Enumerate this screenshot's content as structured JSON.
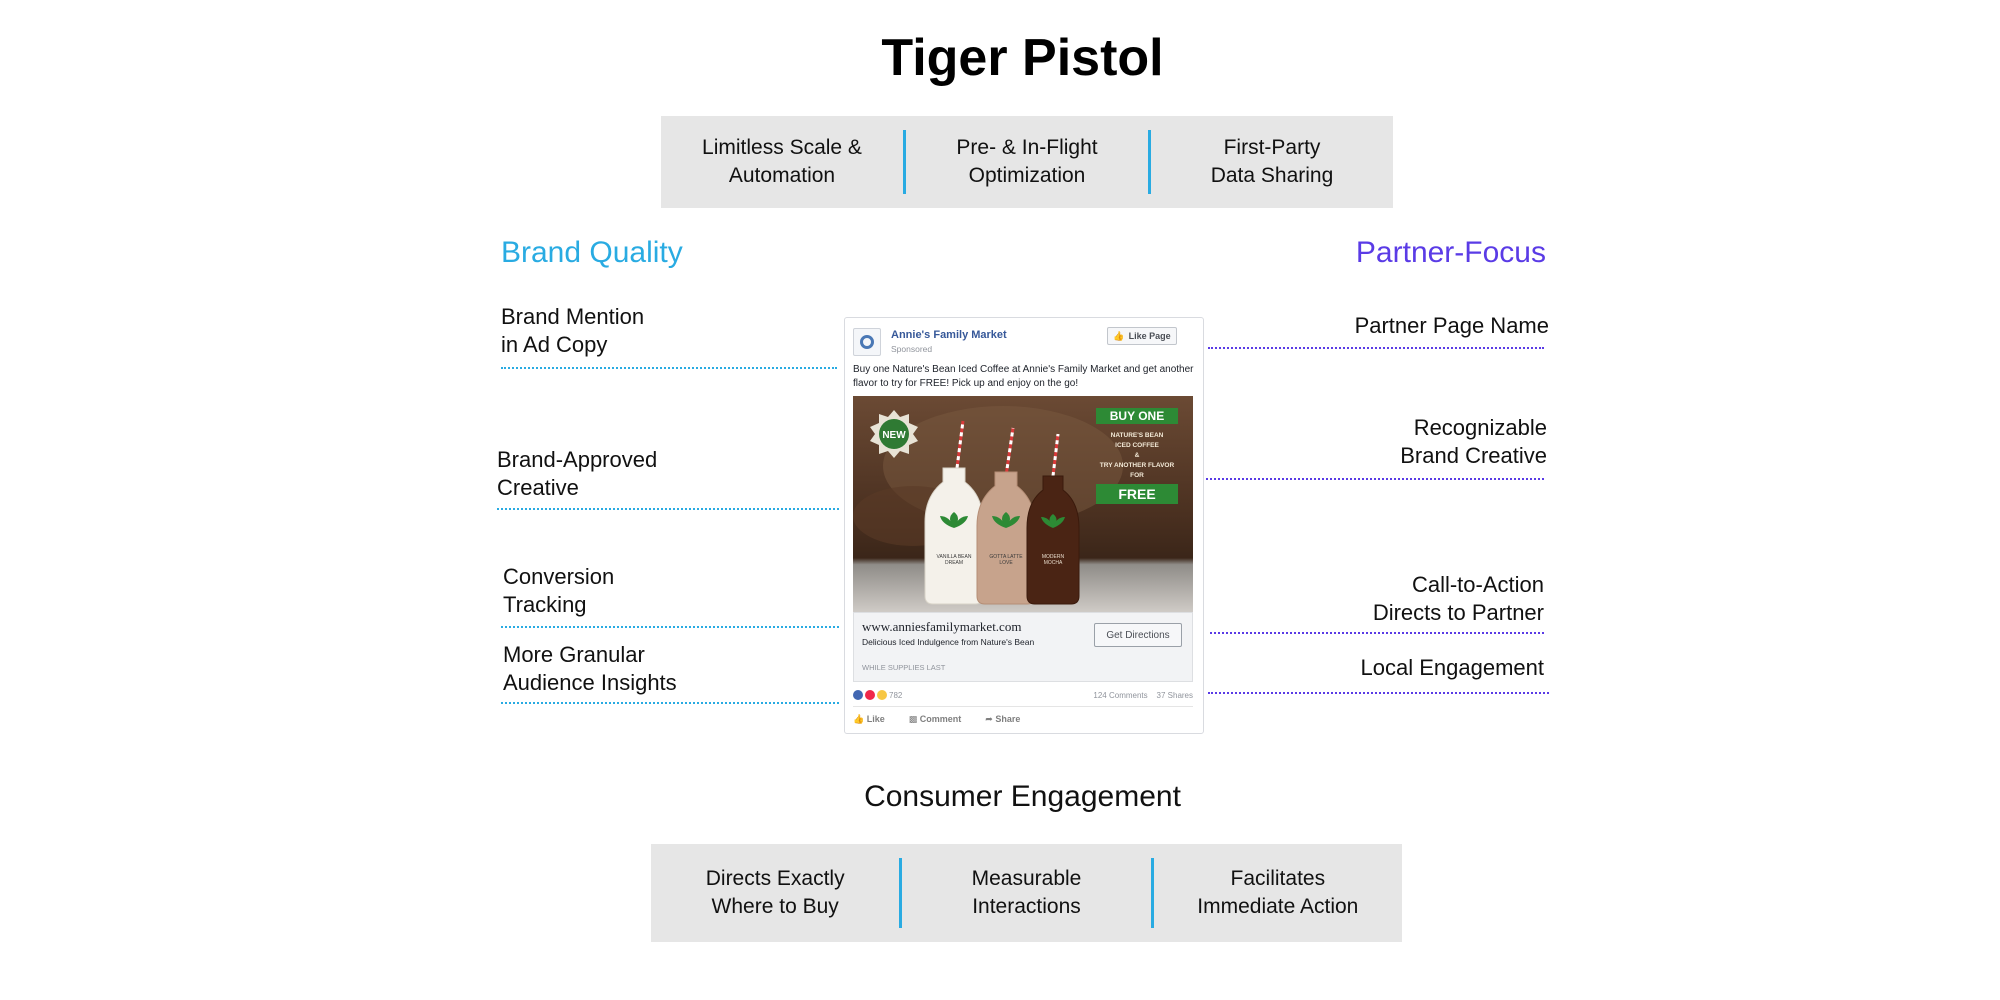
{
  "title": "Tiger Pistol",
  "top_features": [
    "Limitless Scale &\nAutomation",
    "Pre- & In-Flight\nOptimization",
    "First-Party\nData Sharing"
  ],
  "left": {
    "heading": "Brand Quality",
    "heading_color": "#29abe2",
    "items": [
      "Brand Mention\nin Ad Copy",
      "Brand-Approved\nCreative",
      "Conversion\nTracking",
      "More Granular\nAudience Insights"
    ]
  },
  "right": {
    "heading": "Partner-Focus",
    "heading_color": "#5a3be6",
    "items": [
      "Partner Page Name",
      "Recognizable\nBrand Creative",
      "Call-to-Action\nDirects to Partner",
      "Local Engagement"
    ]
  },
  "ad": {
    "page_name": "Annie's Family Market",
    "sponsored": "Sponsored",
    "like_page": "Like Page",
    "text": "Buy one Nature's Bean Iced Coffee at Annie's Family Market and get another flavor to try for FREE! Pick up and enjoy on the go!",
    "image": {
      "badge": "NEW",
      "offer_top": "BUY ONE",
      "offer_lines": [
        "NATURE'S BEAN",
        "ICED COFFEE",
        "&",
        "TRY ANOTHER FLAVOR",
        "FOR"
      ],
      "offer_bottom": "FREE",
      "bottles": [
        "VANILLA BEAN\nDREAM",
        "GOTTA LATTE\nLOVE",
        "MODERN\nMOCHA"
      ]
    },
    "url": "www.anniesfamilymarket.com",
    "description": "Delicious Iced Indulgence from Nature's Bean",
    "supplies": "WHILE SUPPLIES LAST",
    "cta": "Get Directions",
    "reactions_count": "782",
    "comments": "124 Comments",
    "shares": "37 Shares",
    "actions": [
      "Like",
      "Comment",
      "Share"
    ]
  },
  "bottom": {
    "heading": "Consumer Engagement",
    "features": [
      "Directs Exactly\nWhere to Buy",
      "Measurable\nInteractions",
      "Facilitates\nImmediate Action"
    ]
  },
  "colors": {
    "blue_accent": "#29abe2",
    "purple_accent": "#5a3be6",
    "box_bg": "#e6e6e6"
  }
}
